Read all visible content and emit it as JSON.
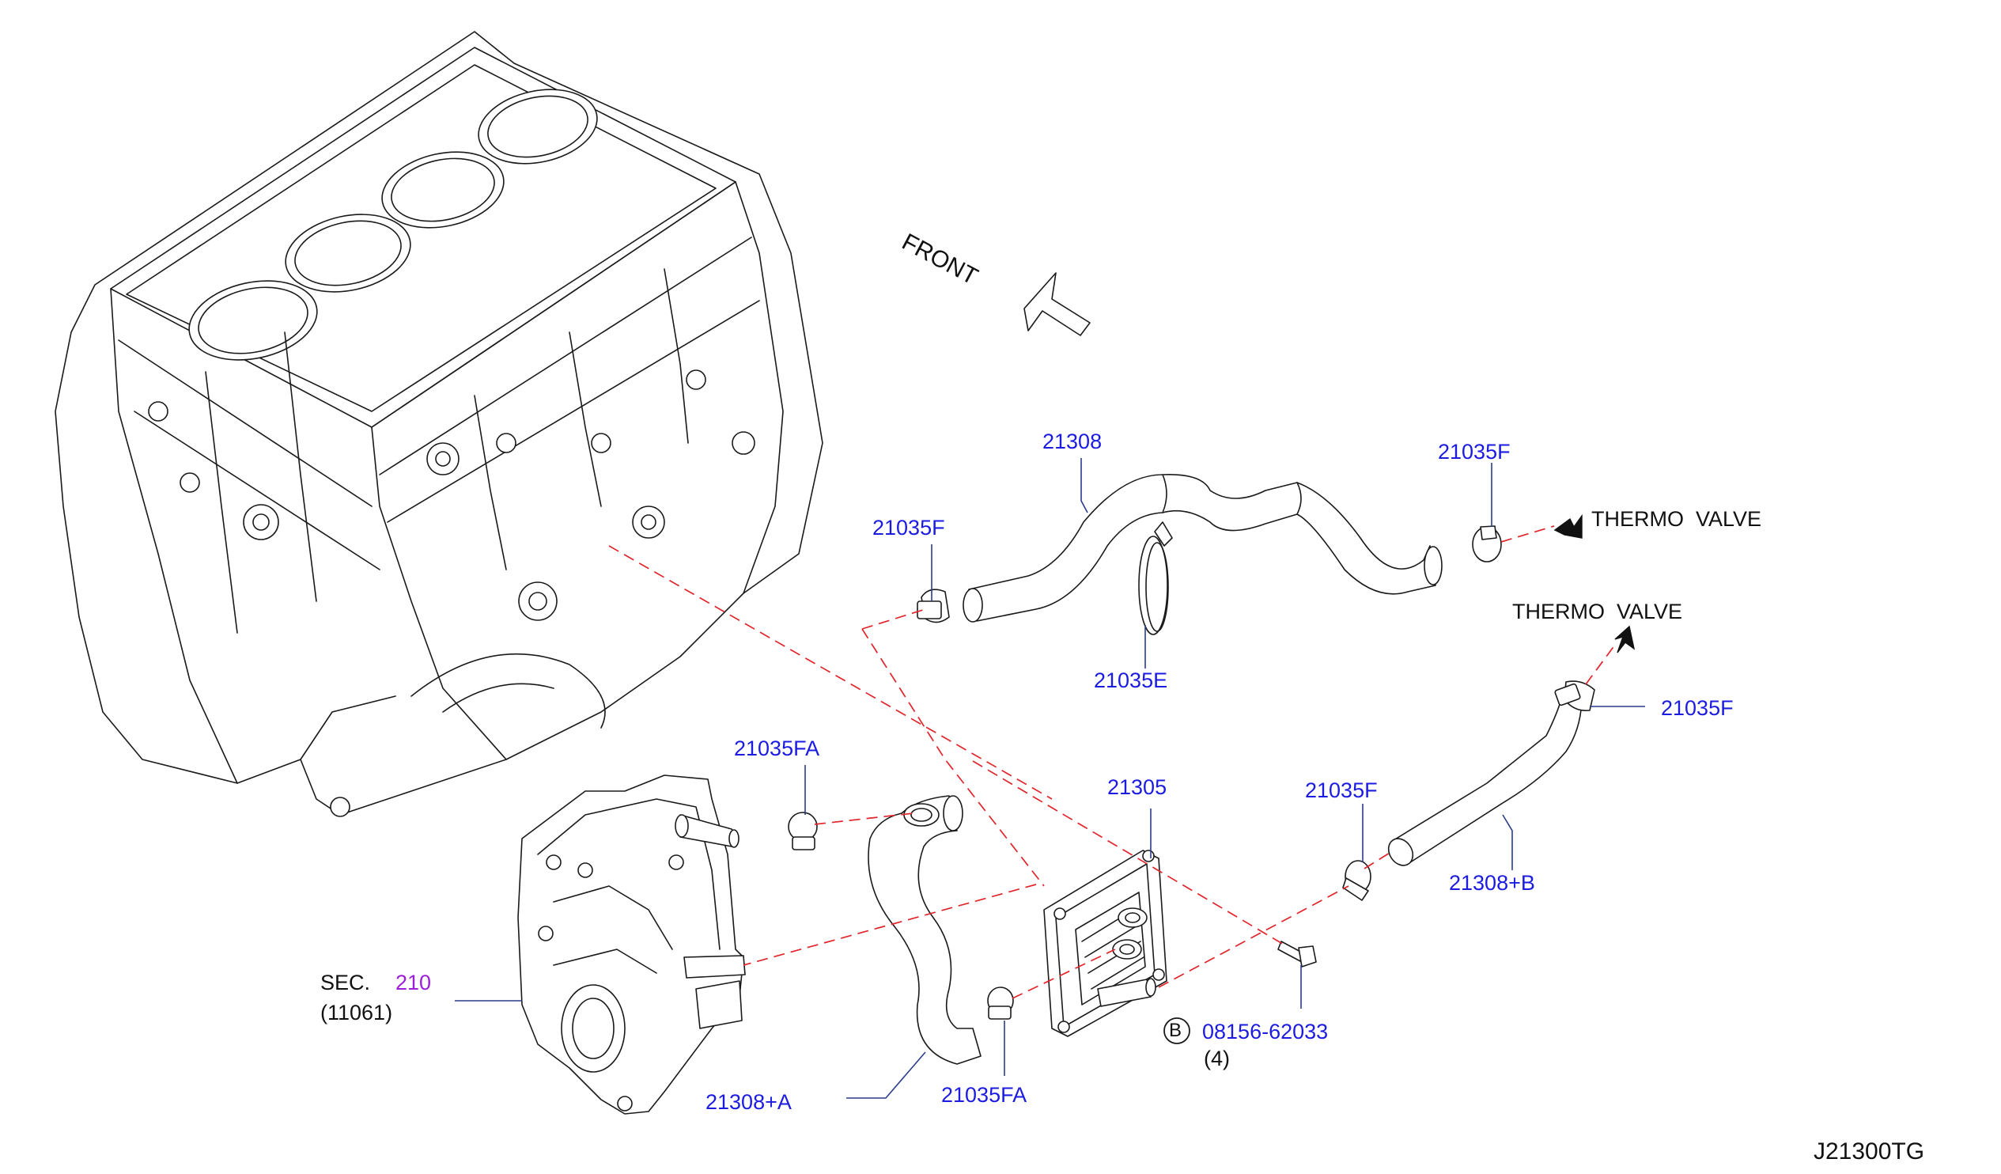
{
  "drawing_code": "J21300TG",
  "direction": {
    "front_label": "FRONT"
  },
  "destinations": {
    "upper": "THERMO  VALVE",
    "lower": "THERMO  VALVE"
  },
  "callouts": {
    "hose_main": "21308",
    "clamp_upper_left": "21035F",
    "clamp_upper_right": "21035F",
    "clamp_mid": "21035E",
    "clamp_right": "21035F",
    "clamp_hose_b": "21035F",
    "clamp_water_outlet": "21035FA",
    "clamp_cooler": "21035FA",
    "oil_cooler": "21305",
    "hose_b": "21308+B",
    "hose_a": "21308+A",
    "bolt_part": "08156-62033",
    "bolt_ref": "B",
    "bolt_qty": "(4)",
    "section_prefix": "SEC.",
    "section_number": "210",
    "section_part": "(11061)"
  },
  "colors": {
    "callout_text": "#1c1ce0",
    "section_link": "#9b1fd8",
    "connection_lines": "#e0262c",
    "line_art": "#1a1a1a"
  }
}
